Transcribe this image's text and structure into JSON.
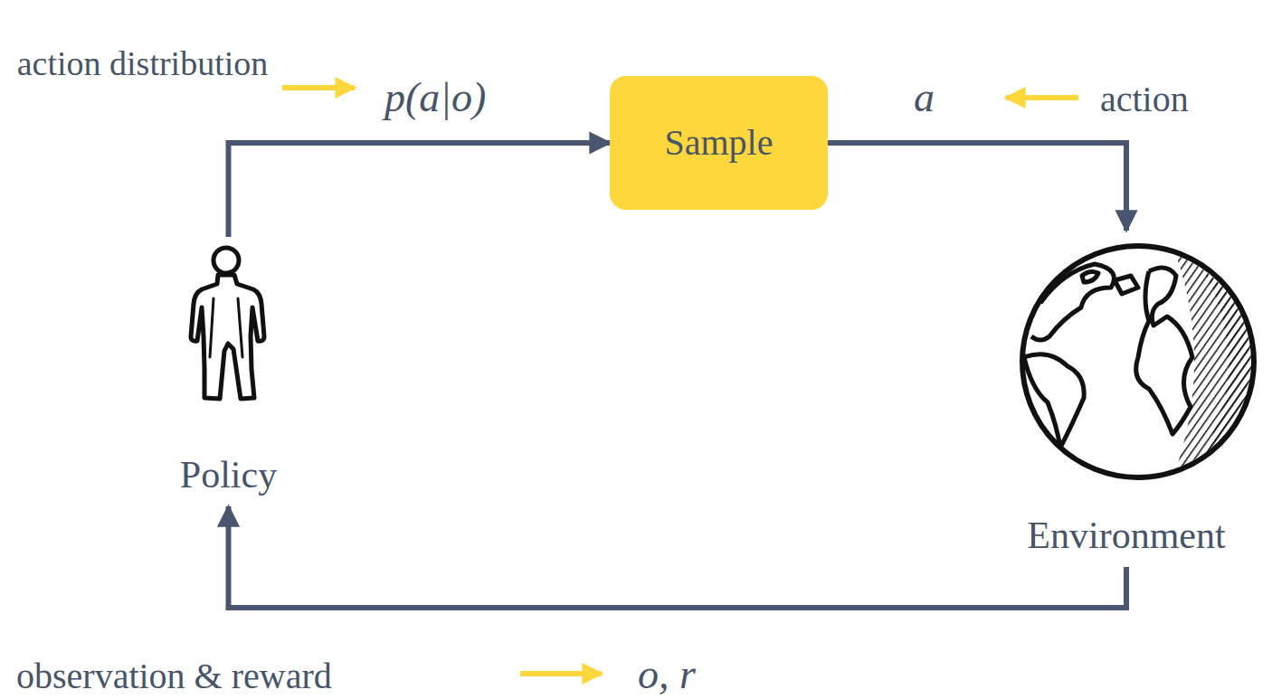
{
  "diagram": {
    "nodes": [
      {
        "text": [
          "Policy"
        ]
      },
      {
        "text": [
          "Sample"
        ]
      },
      {
        "text": [
          "Environment"
        ]
      }
    ],
    "edges": [
      {
        "from": 0,
        "to": 1,
        "arrow": "to",
        "label": "p(a|o)"
      },
      {
        "from": 1,
        "to": 2,
        "arrow": "to",
        "label": "a"
      },
      {
        "from": 2,
        "to": 0,
        "arrow": "to",
        "label": "o, r"
      }
    ],
    "labels": [
      "action distribution",
      "action",
      "observation & reward"
    ]
  }
}
